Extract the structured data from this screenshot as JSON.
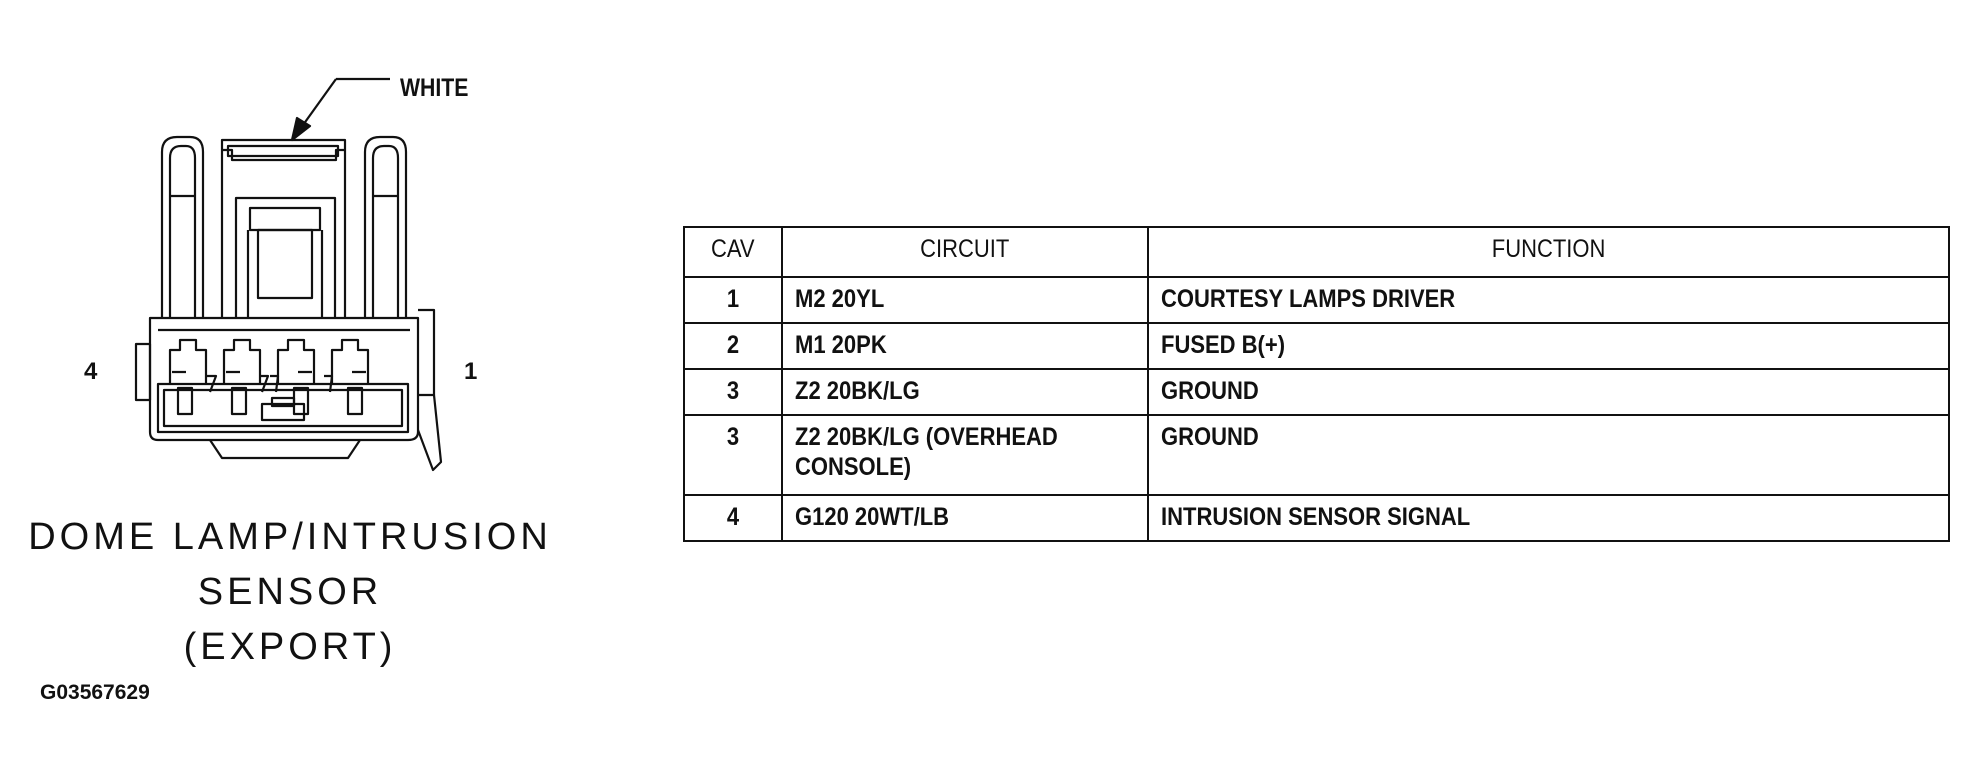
{
  "connector": {
    "color_label": "WHITE",
    "pin_left_label": "4",
    "pin_right_label": "1",
    "title_lines": [
      "DOME LAMP/INTRUSION",
      "SENSOR",
      "(EXPORT)"
    ]
  },
  "figure_code": "G03567629",
  "table": {
    "headers": {
      "cav": "CAV",
      "circuit": "CIRCUIT",
      "function": "FUNCTION"
    },
    "rows": [
      {
        "cav": "1",
        "circuit": "M2 20YL",
        "function": "COURTESY LAMPS DRIVER"
      },
      {
        "cav": "2",
        "circuit": "M1 20PK",
        "function": "FUSED B(+)"
      },
      {
        "cav": "3",
        "circuit": "Z2 20BK/LG",
        "function": "GROUND"
      },
      {
        "cav": "3",
        "circuit": "Z2 20BK/LG (OVERHEAD CONSOLE)",
        "function": "GROUND"
      },
      {
        "cav": "4",
        "circuit": "G120 20WT/LB",
        "function": "INTRUSION SENSOR SIGNAL"
      }
    ]
  }
}
